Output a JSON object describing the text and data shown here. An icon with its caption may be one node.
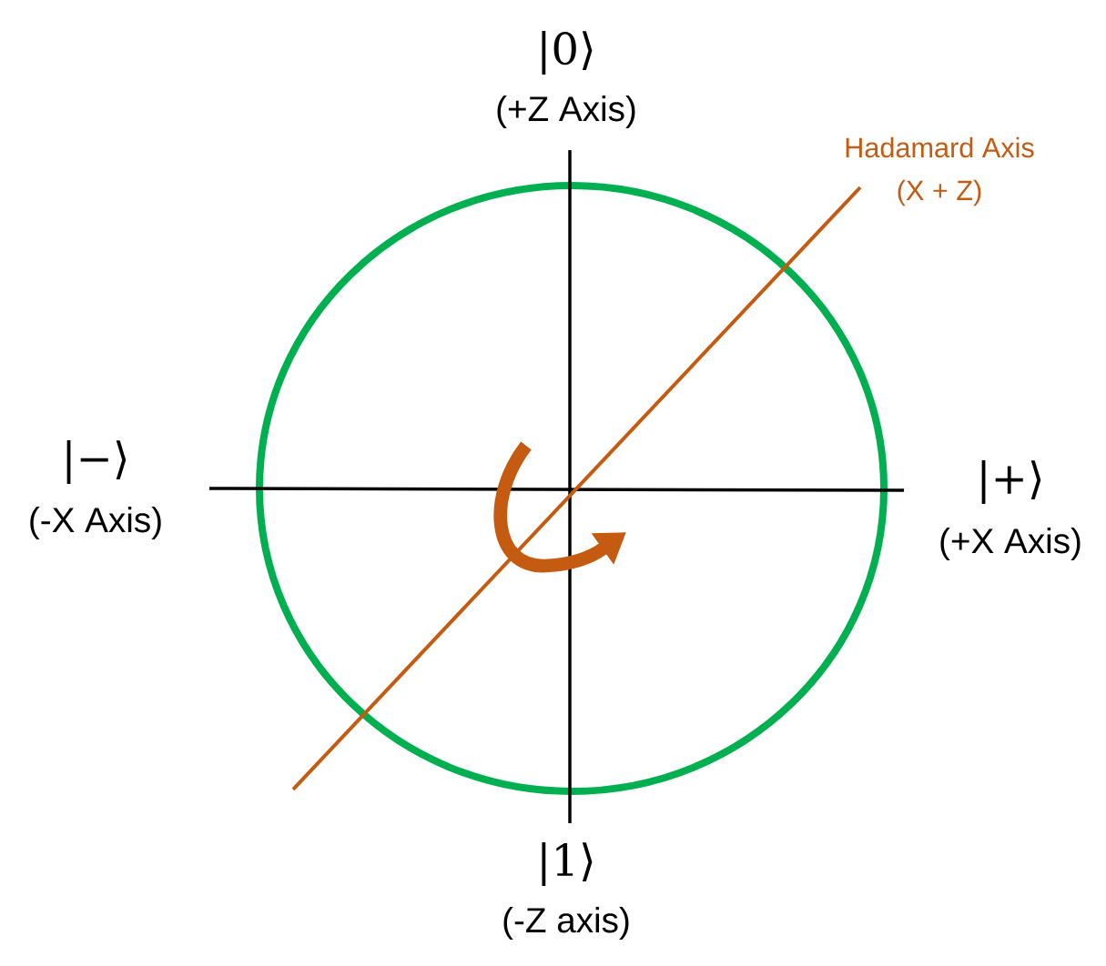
{
  "diagram": {
    "labels": [
      "|0⟩",
      "(+Z Axis)",
      "|−⟩",
      "(-X Axis)",
      "|+⟩",
      "(+X Axis)",
      "|1⟩",
      "(-Z axis)",
      "Hadamard Axis",
      "(X + Z)"
    ]
  }
}
